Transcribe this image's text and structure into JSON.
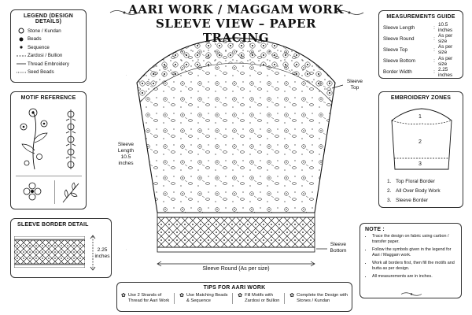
{
  "header": {
    "title_line1": "AARI WORK / MAGGAM WORK",
    "title_line2": "SLEEVE VIEW – PAPER TRACING"
  },
  "legend": {
    "title": "LEGEND (DESIGN DETAILS)",
    "items": [
      {
        "symbol": "circle-outline-icon",
        "label": "Stone / Kundan"
      },
      {
        "symbol": "filled-dot-icon",
        "label": "Beads"
      },
      {
        "symbol": "small-dot-icon",
        "label": "Sequence"
      },
      {
        "symbol": "dashed-line-icon",
        "label": "Zardosi / Bullion"
      },
      {
        "symbol": "solid-line-icon",
        "label": "Thread Embroidery"
      },
      {
        "symbol": "dotted-line-icon",
        "label": "Seed Beads"
      }
    ]
  },
  "motif_reference": {
    "title": "MOTIF REFERENCE"
  },
  "sleeve_border_detail": {
    "title": "SLEEVE BORDER DETAIL",
    "height_value": "2.25",
    "height_unit": "inches"
  },
  "sleeve": {
    "top_label_1": "Sleeve",
    "top_label_2": "Top",
    "bottom_label_1": "Sleeve",
    "bottom_label_2": "Bottom",
    "length_label_1": "Sleeve",
    "length_label_2": "Length",
    "length_value": "10.5",
    "length_unit": "inches",
    "round_label": "Sleeve Round (As per size)"
  },
  "measurements": {
    "title": "MEASUREMENTS GUIDE",
    "rows": [
      {
        "key": "Sleeve Length",
        "value": "10.5 inches"
      },
      {
        "key": "Sleeve Round",
        "value": "As per size"
      },
      {
        "key": "Sleeve Top",
        "value": "As per size"
      },
      {
        "key": "Sleeve Bottom",
        "value": "As per size"
      },
      {
        "key": "Border Width",
        "value": "2.25 inches"
      }
    ]
  },
  "zones": {
    "title": "EMBROIDERY ZONES",
    "numbers": [
      "1",
      "2",
      "3"
    ],
    "items": [
      "Top Floral Border",
      "All Over Body Work",
      "Sleeve Border"
    ]
  },
  "note": {
    "title": "NOTE :",
    "items": [
      "Trace the design on fabric using carbon / transfer paper.",
      "Follow the symbols given in the legend for Aari / Maggam work.",
      "Work all borders first, then fill the motifs and butta as per design.",
      "All measurements are in inches."
    ]
  },
  "tips": {
    "title": "TIPS FOR AARI WORK",
    "items": [
      {
        "line1": "Use 2 Strands of",
        "line2": "Thread for Aari Work"
      },
      {
        "line1": "Use Matching Beads",
        "line2": "& Sequence"
      },
      {
        "line1": "Fill Motifs with",
        "line2": "Zardosi or Bullion"
      },
      {
        "line1": "Complete the Design with",
        "line2": "Stones / Kundan"
      }
    ]
  }
}
